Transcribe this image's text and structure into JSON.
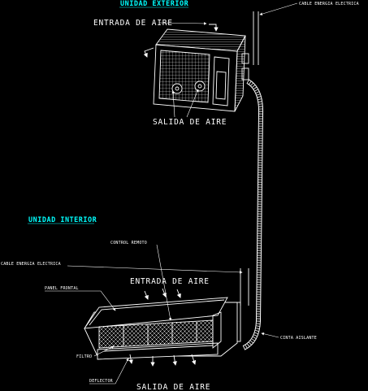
{
  "title_outdoor": "UNIDAD EXTERIOR",
  "title_indoor": "UNIDAD INTERIOR",
  "labels": {
    "power_cable_top": "CABLE ENERGIA ELECTRICA",
    "air_inlet_outdoor": "ENTRADA DE AIRE",
    "air_outlet_outdoor": "SALIDA DE AIRE",
    "remote_control": "CONTROL REMOTO",
    "power_cable_indoor": "CABLE ENERGIA ELECTRICA",
    "front_panel": "PANEL FRONTAL",
    "air_inlet_indoor": "ENTRADA DE AIRE",
    "insulating_tape": "CINTA AISLANTE",
    "filter": "FILTRO",
    "deflector": "DEFLECTOR",
    "air_outlet_indoor": "SALIDA DE AIRE"
  },
  "colors": {
    "background": "#000000",
    "lines": "#ffffff",
    "heading": "#00ffff"
  }
}
